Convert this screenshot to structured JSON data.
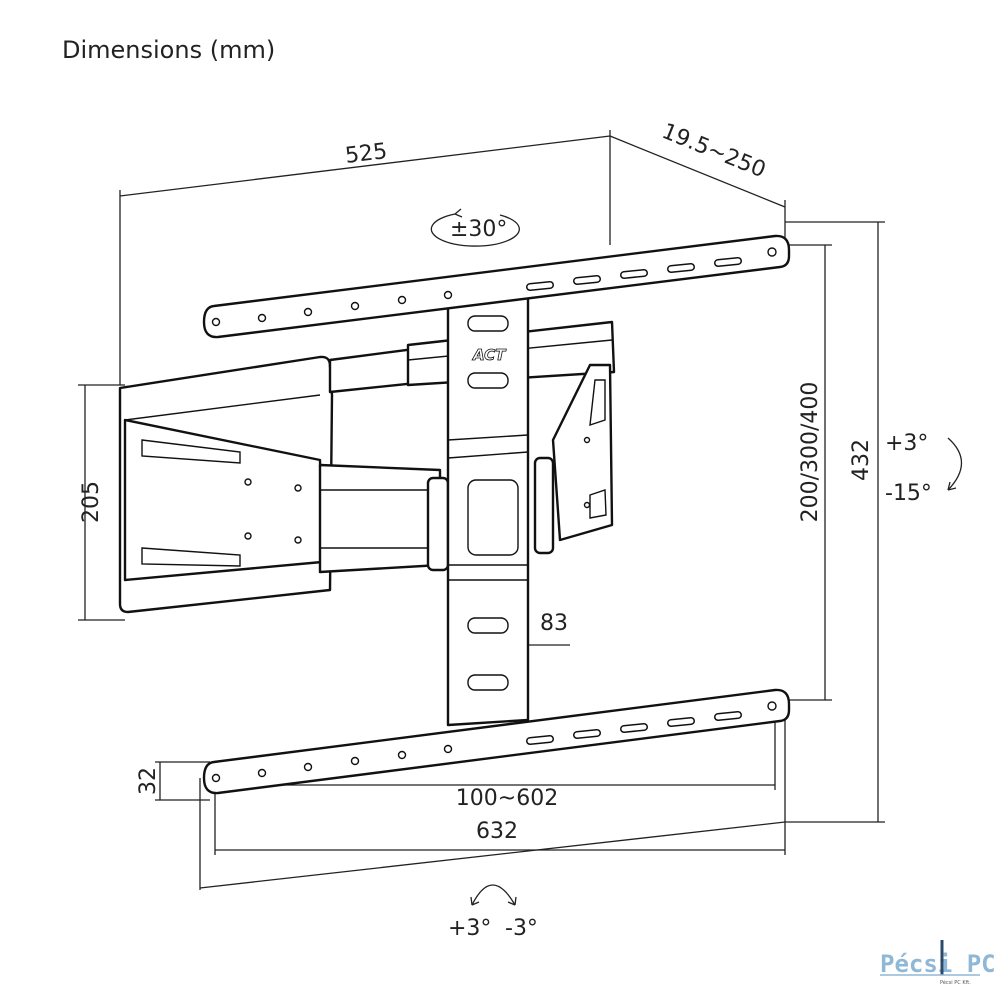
{
  "title": "Dimensions (mm)",
  "dimensions": {
    "width": "525",
    "depth": "19.5~250",
    "swivel": "±30°",
    "wall_plate_height": "205",
    "vesa_vertical": "200/300/400",
    "total_height": "432",
    "tilt_up": "+3°",
    "tilt_down": "-15°",
    "plate_width": "83",
    "rail_height": "32",
    "vesa_horizontal": "100~602",
    "rail_width": "632",
    "level_plus": "+3°",
    "level_minus": "-3°"
  },
  "brand_logo": "ACT",
  "watermark": {
    "name": "Pécsi PC",
    "sub": "Pécsi PC Kft."
  }
}
